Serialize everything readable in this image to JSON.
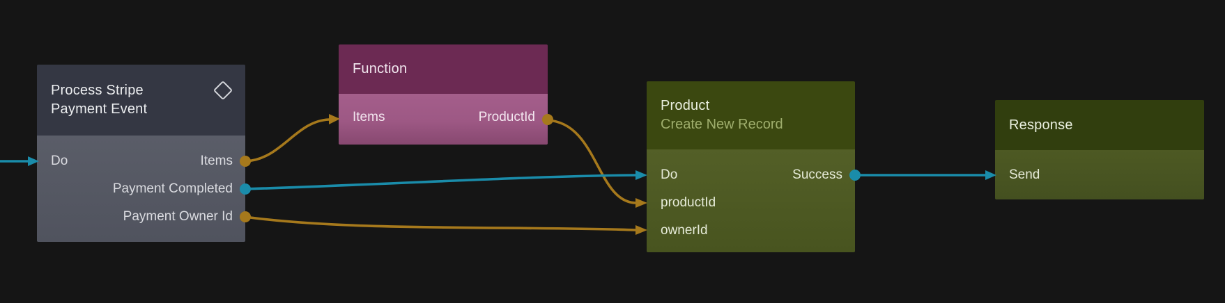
{
  "colors": {
    "canvas_background": "#151515",
    "signal_wire": "#1a8caa",
    "data_wire": "#a6791c",
    "event_node_header": "#343743",
    "event_node_body": "#585b66",
    "function_node_header": "#6c2a53",
    "function_node_body": "#9d5884",
    "record_node_header": "#3b4810",
    "record_node_body": "#505c25"
  },
  "nodes": {
    "process_stripe": {
      "title_lines": [
        "Process Stripe",
        "Payment Event"
      ],
      "ports": {
        "do": "Do",
        "items": "Items",
        "payment_completed": "Payment Completed",
        "payment_owner_id": "Payment Owner Id"
      }
    },
    "function": {
      "title": "Function",
      "ports": {
        "items": "Items",
        "product_id": "ProductId"
      }
    },
    "product": {
      "title": "Product",
      "subtitle": "Create New Record",
      "ports": {
        "do": "Do",
        "success": "Success",
        "product_id": "productId",
        "owner_id": "ownerId"
      }
    },
    "response": {
      "title": "Response",
      "ports": {
        "send": "Send"
      }
    }
  }
}
